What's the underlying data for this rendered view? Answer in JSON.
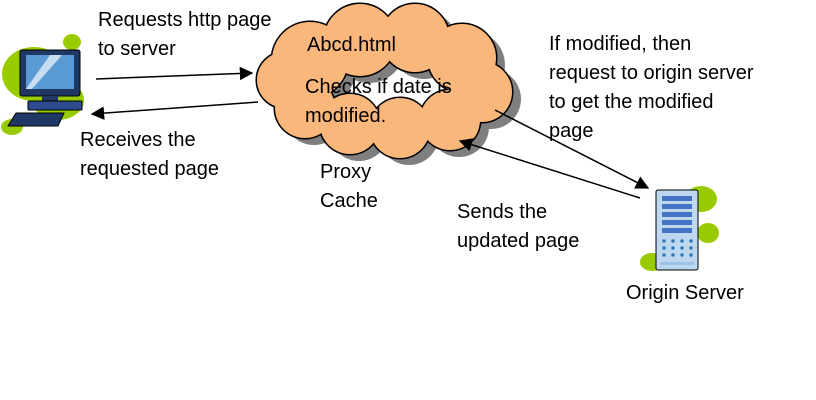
{
  "labels": {
    "request": "Requests http page\nto server",
    "receive": "Receives the\nrequested page",
    "cloud_title": "Abcd.html",
    "cloud_body": "Checks if date is\nmodified.",
    "proxy_cache": "Proxy\nCache",
    "if_modified": "If modified, then\nrequest to origin server\nto get the modified\npage",
    "sends_updated": "Sends the\nupdated page",
    "origin_server": "Origin Server"
  },
  "icons": {
    "client": "desktop-computer-icon",
    "proxy": "cloud-shape",
    "origin": "server-tower-icon"
  },
  "colors": {
    "cloud_fill": "#F9B77C",
    "cloud_shadow": "#7F7F7F",
    "cloud_outline": "#000000",
    "blob_green": "#99CC00",
    "monitor_frame": "#1F3864",
    "screen_blue": "#5B9BD5",
    "screen_highlight": "#DCE9F7",
    "unit_blue": "#2E4B8F",
    "server_body": "#BDD7EE",
    "server_slot": "#4472C4",
    "server_dot": "#2E75B6",
    "arrow": "#000000"
  }
}
